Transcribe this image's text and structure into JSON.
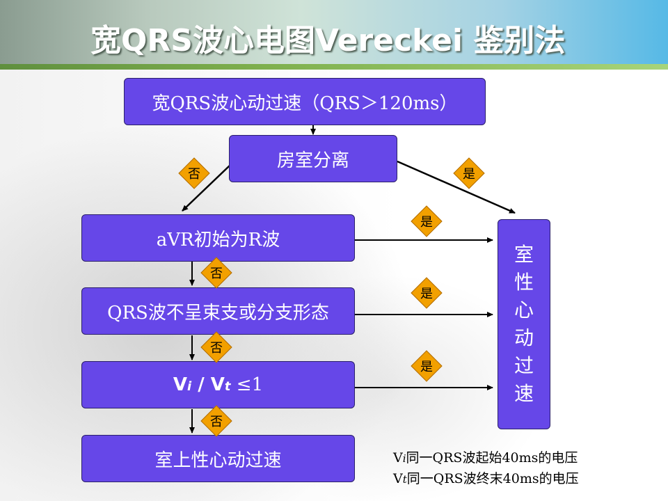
{
  "title": "宽QRS波心电图Vereckei 鉴别法",
  "boxes": {
    "wide_qrs": "宽QRS波心动过速（QRS＞120ms）",
    "av_dissociation": "房室分离",
    "avr_initial_r": "aVR初始为R波",
    "qrs_not_bundle": "QRS波不呈束支或分支形态",
    "vi_vt": {
      "v1": "V",
      "i": "i",
      "sep": " / ",
      "v2": "V",
      "t": "t",
      "rest": " ≤1"
    },
    "svt": "室上性心动过速"
  },
  "result": {
    "chars": [
      "室",
      "性",
      "心",
      "动",
      "过",
      "速"
    ]
  },
  "decisions": {
    "no": "否",
    "yes": "是"
  },
  "notes": {
    "line1": {
      "v": "V",
      "sub": "i",
      "text": "同一QRS波起始40ms的电压"
    },
    "line2": {
      "v": "V",
      "sub": "t",
      "text": "同一QRS波终末40ms的电压"
    }
  },
  "colors": {
    "box": "#6647e8",
    "decision": "#f2a000",
    "header": "#56b9e6",
    "strip": "#7fb04e"
  }
}
